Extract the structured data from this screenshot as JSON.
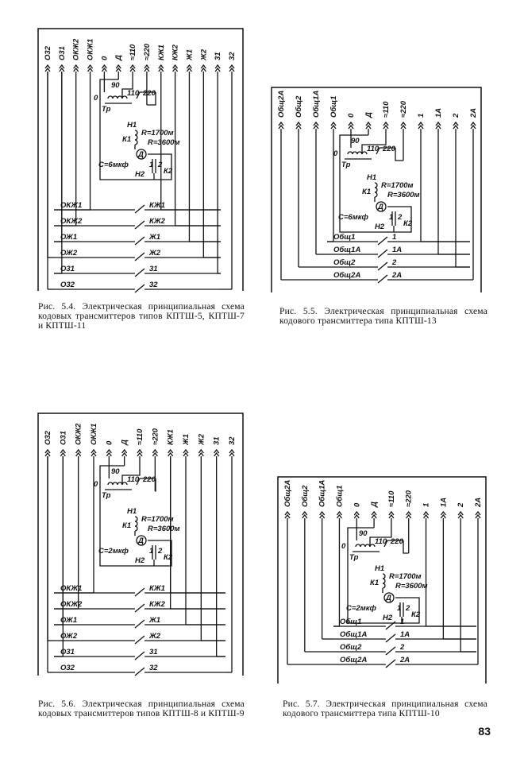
{
  "page_number": "83",
  "figures": [
    {
      "id": "fig54",
      "terminals": [
        "О32",
        "О31",
        "ОКЖ2",
        "ОКЖ1",
        "0",
        "Д",
        "≈110",
        "≈220",
        "КЖ1",
        "КЖ2",
        "Ж1",
        "Ж2",
        "31",
        "32"
      ],
      "internal": {
        "tr": "Тр",
        "t90": "90",
        "t0": "0",
        "t110": "110",
        "t220": "220",
        "h1": "Н1",
        "k1": "К1",
        "r1": "R=1700м",
        "r2": "R=3600м",
        "motor": "Д",
        "cap": "С=6мкф",
        "h2": "Н2",
        "k2": "К2",
        "one": "1",
        "two": "2"
      },
      "pairs": [
        [
          "ОКЖ1",
          "КЖ1"
        ],
        [
          "ОКЖ2",
          "КЖ2"
        ],
        [
          "ОЖ1",
          "Ж1"
        ],
        [
          "ОЖ2",
          "Ж2"
        ],
        [
          "О31",
          "31"
        ],
        [
          "О32",
          "32"
        ]
      ],
      "caption": "Рис. 5.4. Электрическая принципиальная схема кодовых трансмиттеров типов КПТШ-5, КПТШ-7 и КПТШ-11"
    },
    {
      "id": "fig55",
      "terminals": [
        "Общ2А",
        "Общ2",
        "Общ1А",
        "Общ1",
        "0",
        "Д",
        "≈110",
        "≈220",
        "1",
        "1А",
        "2",
        "2А"
      ],
      "internal": {
        "tr": "Тр",
        "t90": "90",
        "t0": "0",
        "t110": "110",
        "t220": "220",
        "h1": "Н1",
        "k1": "К1",
        "r1": "R=1700м",
        "r2": "R=3600м",
        "motor": "Д",
        "cap": "С=6мкф",
        "h2": "Н2",
        "k2": "К2",
        "one": "1",
        "two": "2"
      },
      "pairs": [
        [
          "Общ1",
          "1"
        ],
        [
          "Общ1А",
          "1А"
        ],
        [
          "Общ2",
          "2"
        ],
        [
          "Общ2А",
          "2А"
        ]
      ],
      "caption": "Рис. 5.5. Электрическая принципиальная схема кодового трансмиттера типа КПТШ-13"
    },
    {
      "id": "fig56",
      "terminals": [
        "О32",
        "О31",
        "ОКЖ2",
        "ОКЖ1",
        "0",
        "Д",
        "≈110",
        "≈220",
        "КЖ1",
        "Ж1",
        "Ж2",
        "31",
        "32"
      ],
      "internal": {
        "tr": "Тр",
        "t90": "90",
        "t0": "0",
        "t110": "110",
        "t220": "220",
        "h1": "Н1",
        "k1": "К1",
        "r1": "R=1700м",
        "r2": "R=3600м",
        "motor": "Д",
        "cap": "С=2мкф",
        "h2": "Н2",
        "k2": "К2",
        "one": "1",
        "two": "2"
      },
      "pairs": [
        [
          "ОКЖ1",
          "КЖ1"
        ],
        [
          "ОКЖ2",
          "КЖ2"
        ],
        [
          "ОЖ1",
          "Ж1"
        ],
        [
          "ОЖ2",
          "Ж2"
        ],
        [
          "О31",
          "31"
        ],
        [
          "О32",
          "32"
        ]
      ],
      "caption": "Рис. 5.6. Электрическая принципиальная схема кодовых трансмиттеров типов КПТШ-8 и КПТШ-9"
    },
    {
      "id": "fig57",
      "terminals": [
        "Общ2А",
        "Общ2",
        "Общ1А",
        "Общ1",
        "0",
        "Д",
        "≈110",
        "≈220",
        "1",
        "1А",
        "2",
        "2А"
      ],
      "internal": {
        "tr": "Тр",
        "t90": "90",
        "t0": "0",
        "t110": "110",
        "t220": "220",
        "h1": "Н1",
        "k1": "К1",
        "r1": "R=1700м",
        "r2": "R=3600м",
        "motor": "Д",
        "cap": "С=2мкф",
        "h2": "Н2",
        "k2": "К2",
        "one": "1",
        "two": "2"
      },
      "pairs": [
        [
          "Общ1",
          "1"
        ],
        [
          "Общ1А",
          "1А"
        ],
        [
          "Общ2",
          "2"
        ],
        [
          "Общ2А",
          "2А"
        ]
      ],
      "caption": "Рис. 5.7. Электрическая принципиальная схема кодового трансмиттера типа КПТШ-10"
    }
  ]
}
